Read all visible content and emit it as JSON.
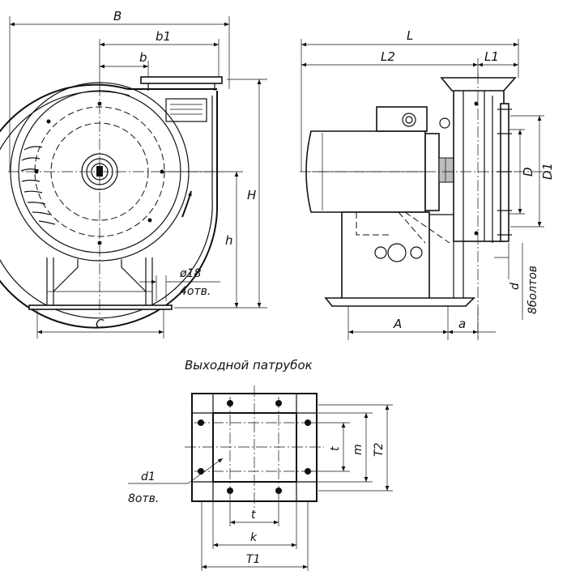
{
  "front": {
    "B": "B",
    "b1": "b1",
    "b": "b",
    "H": "H",
    "h": "h",
    "C": "C",
    "hole_dia": "ø18",
    "hole_count": "4отв."
  },
  "side": {
    "L": "L",
    "L2": "L2",
    "L1": "L1",
    "D": "D",
    "D1": "D1",
    "d": "d",
    "bolts": "8болтов",
    "A": "A",
    "a": "a"
  },
  "outlet": {
    "title": "Выходной патрубок",
    "d1": "d1",
    "holes": "8отв.",
    "t_vertical": "t",
    "m": "m",
    "T2": "T2",
    "t_horizontal": "t",
    "k": "k",
    "T1": "T1"
  }
}
